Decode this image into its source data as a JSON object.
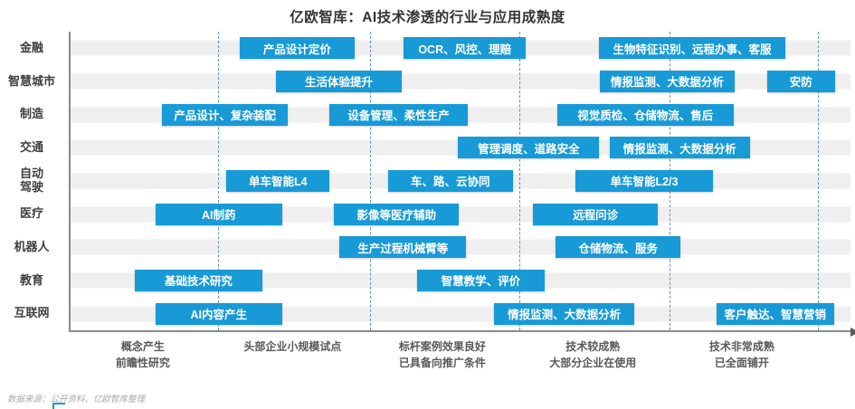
{
  "title": "亿欧智库：AI技术渗透的行业与应用成熟度",
  "source_note": "数据来源：公开资料、亿欧智库整理",
  "colors": {
    "box_fill": "#189ad6",
    "box_text": "#ffffff",
    "row_band": "#efefef",
    "gridline": "#5b93c8",
    "axis": "#8a8a8a",
    "title_text": "#333333",
    "stage_text": "#595959"
  },
  "chart_data": {
    "type": "bar",
    "subtype": "horizontal-range maturity matrix (gantt-style)",
    "title": "亿欧智库：AI技术渗透的行业与应用成熟度",
    "legend": "none",
    "grid": "vertical dashed stage separators",
    "x_axis": {
      "boundaries_pct": [
        18.9,
        38.4,
        57.5,
        76.8,
        95.8
      ],
      "stages": [
        {
          "lines": [
            "概念产生",
            "前瞻性研究"
          ],
          "center_pct": 9.5
        },
        {
          "lines": [
            "头部企业小规模试点"
          ],
          "center_pct": 28.7
        },
        {
          "lines": [
            "标杆案例效果良好",
            "已具备向推广条件"
          ],
          "center_pct": 47.9
        },
        {
          "lines": [
            "技术较成熟",
            "大部分企业在使用"
          ],
          "center_pct": 67.2
        },
        {
          "lines": [
            "技术非常成熟",
            "已全面铺开"
          ],
          "center_pct": 86.3
        }
      ]
    },
    "rows": [
      {
        "industry_lines": [
          "金融"
        ],
        "items": [
          {
            "label": "产品设计定价",
            "left_pct": 21.7,
            "width_pct": 14.7
          },
          {
            "label": "OCR、风控、理赔",
            "left_pct": 42.7,
            "width_pct": 15.7
          },
          {
            "label": "生物特征识别、远程办事、客服",
            "left_pct": 67.7,
            "width_pct": 24.0
          }
        ]
      },
      {
        "industry_lines": [
          "智慧城市"
        ],
        "items": [
          {
            "label": "生活体验提升",
            "left_pct": 26.3,
            "width_pct": 16.2
          },
          {
            "label": "情报监测、大数据分析",
            "left_pct": 67.9,
            "width_pct": 17.2
          },
          {
            "label": "安防",
            "left_pct": 89.3,
            "width_pct": 8.7
          }
        ]
      },
      {
        "industry_lines": [
          "制造"
        ],
        "items": [
          {
            "label": "产品设计、复杂装配",
            "left_pct": 11.7,
            "width_pct": 16.2
          },
          {
            "label": "设备管理、柔性生产",
            "left_pct": 33.2,
            "width_pct": 17.7
          },
          {
            "label": "视觉质检、仓储物流、售后",
            "left_pct": 62.4,
            "width_pct": 22.6
          }
        ]
      },
      {
        "industry_lines": [
          "交通"
        ],
        "items": [
          {
            "label": "管理调度、道路安全",
            "left_pct": 49.7,
            "width_pct": 18.1
          },
          {
            "label": "情报监测、大数据分析",
            "left_pct": 69.1,
            "width_pct": 18.0
          }
        ]
      },
      {
        "industry_lines": [
          "自动",
          "驾驶"
        ],
        "items": [
          {
            "label": "单车智能L4",
            "left_pct": 20.0,
            "width_pct": 13.2
          },
          {
            "label": "车、路、云协同",
            "left_pct": 40.7,
            "width_pct": 16.0
          },
          {
            "label": "单车智能L2/3",
            "left_pct": 64.7,
            "width_pct": 17.7
          }
        ]
      },
      {
        "industry_lines": [
          "医疗"
        ],
        "items": [
          {
            "label": "AI制药",
            "left_pct": 10.9,
            "width_pct": 16.2
          },
          {
            "label": "影像等医疗辅助",
            "left_pct": 33.8,
            "width_pct": 16.0
          },
          {
            "label": "远程问诊",
            "left_pct": 59.3,
            "width_pct": 16.0
          }
        ]
      },
      {
        "industry_lines": [
          "机器人"
        ],
        "items": [
          {
            "label": "生产过程机械臂等",
            "left_pct": 34.5,
            "width_pct": 16.2
          },
          {
            "label": "仓储物流、服务",
            "left_pct": 62.2,
            "width_pct": 16.0
          }
        ]
      },
      {
        "industry_lines": [
          "教育"
        ],
        "items": [
          {
            "label": "基础技术研究",
            "left_pct": 8.2,
            "width_pct": 16.4
          },
          {
            "label": "智慧教学、评价",
            "left_pct": 44.4,
            "width_pct": 16.4
          }
        ]
      },
      {
        "industry_lines": [
          "互联网"
        ],
        "items": [
          {
            "label": "AI内容产生",
            "left_pct": 10.9,
            "width_pct": 16.2
          },
          {
            "label": "情报监测、大数据分析",
            "left_pct": 54.3,
            "width_pct": 18.0
          },
          {
            "label": "客户触达、智慧营销",
            "left_pct": 82.8,
            "width_pct": 15.1
          }
        ]
      }
    ]
  }
}
